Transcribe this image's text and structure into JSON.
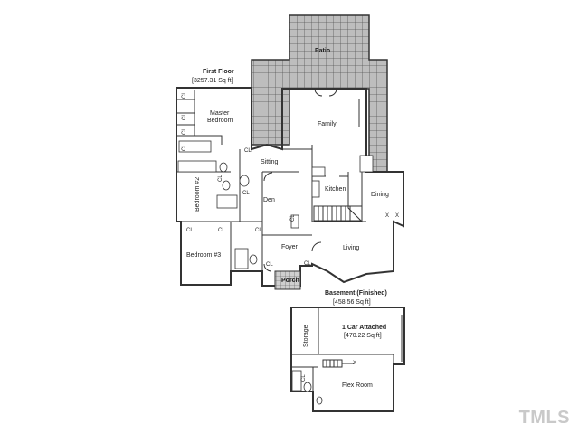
{
  "first_floor": {
    "title": "First Floor",
    "area": "[3257.31 Sq ft]",
    "rooms": {
      "patio": "Patio",
      "master_bedroom_line1": "Master",
      "master_bedroom_line2": "Bedroom",
      "family": "Family",
      "sitting": "Sitting",
      "kitchen": "Kitchen",
      "dining": "Dining",
      "den": "Den",
      "bedroom2": "Bedroom #2",
      "bedroom3": "Bedroom #3",
      "foyer": "Foyer",
      "living": "Living",
      "porch": "Porch"
    },
    "closet_label": "CL",
    "mark_x": "X"
  },
  "basement": {
    "title": "Basement (Finished)",
    "area": "[458.56 Sq ft]",
    "rooms": {
      "garage": "1 Car Attached",
      "garage_area": "[470.22 Sq ft]",
      "storage": "Storage",
      "flex_room": "Flex Room"
    },
    "closet_label": "CL",
    "mark_x": "X"
  },
  "watermark": "TMLS"
}
